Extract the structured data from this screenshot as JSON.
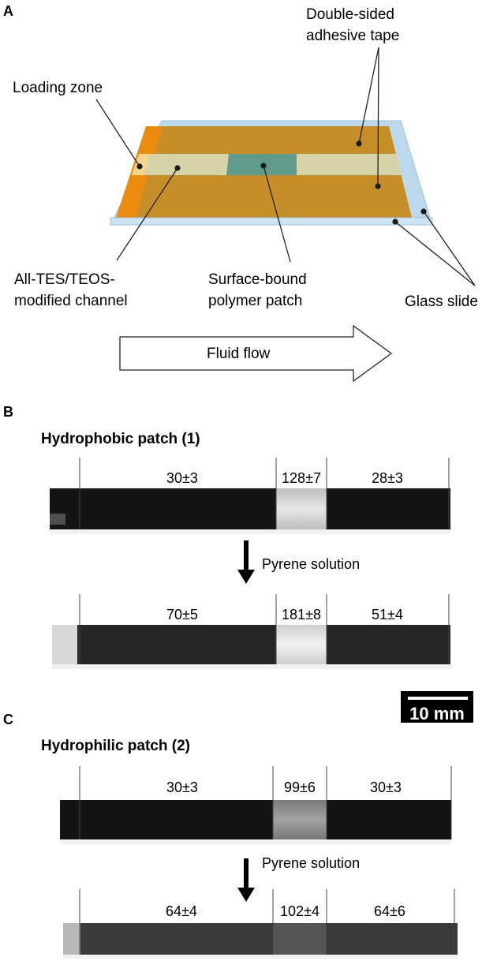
{
  "panelA": {
    "letter": "A",
    "labels": {
      "tape": [
        "Double-sided",
        "adhesive tape"
      ],
      "loading": "Loading zone",
      "channel": [
        "All-TES/TEOS-",
        "modified channel"
      ],
      "patch": [
        "Surface-bound",
        "polymer patch"
      ],
      "glass": "Glass slide",
      "flow": "Fluid flow"
    },
    "colors": {
      "tape": "#c68a1e",
      "glass": "#bcd8ec",
      "channel": "#d6d3a8",
      "patch": "#5f9a8a",
      "loading": "#f6d68a"
    }
  },
  "panelB": {
    "letter": "B",
    "title": "Hydrophobic patch (1)",
    "strip_top": {
      "values": [
        "30±3",
        "128±7",
        "28±3"
      ]
    },
    "arrow_label": "Pyrene solution",
    "strip_bottom": {
      "values": [
        "70±5",
        "181±8",
        "51±4"
      ]
    }
  },
  "scalebar": {
    "label": "10 mm"
  },
  "panelC": {
    "letter": "C",
    "title": "Hydrophilic patch (2)",
    "strip_top": {
      "values": [
        "30±3",
        "99±6",
        "30±3"
      ]
    },
    "arrow_label": "Pyrene solution",
    "strip_bottom": {
      "values": [
        "64±4",
        "102±4",
        "64±6"
      ]
    }
  }
}
